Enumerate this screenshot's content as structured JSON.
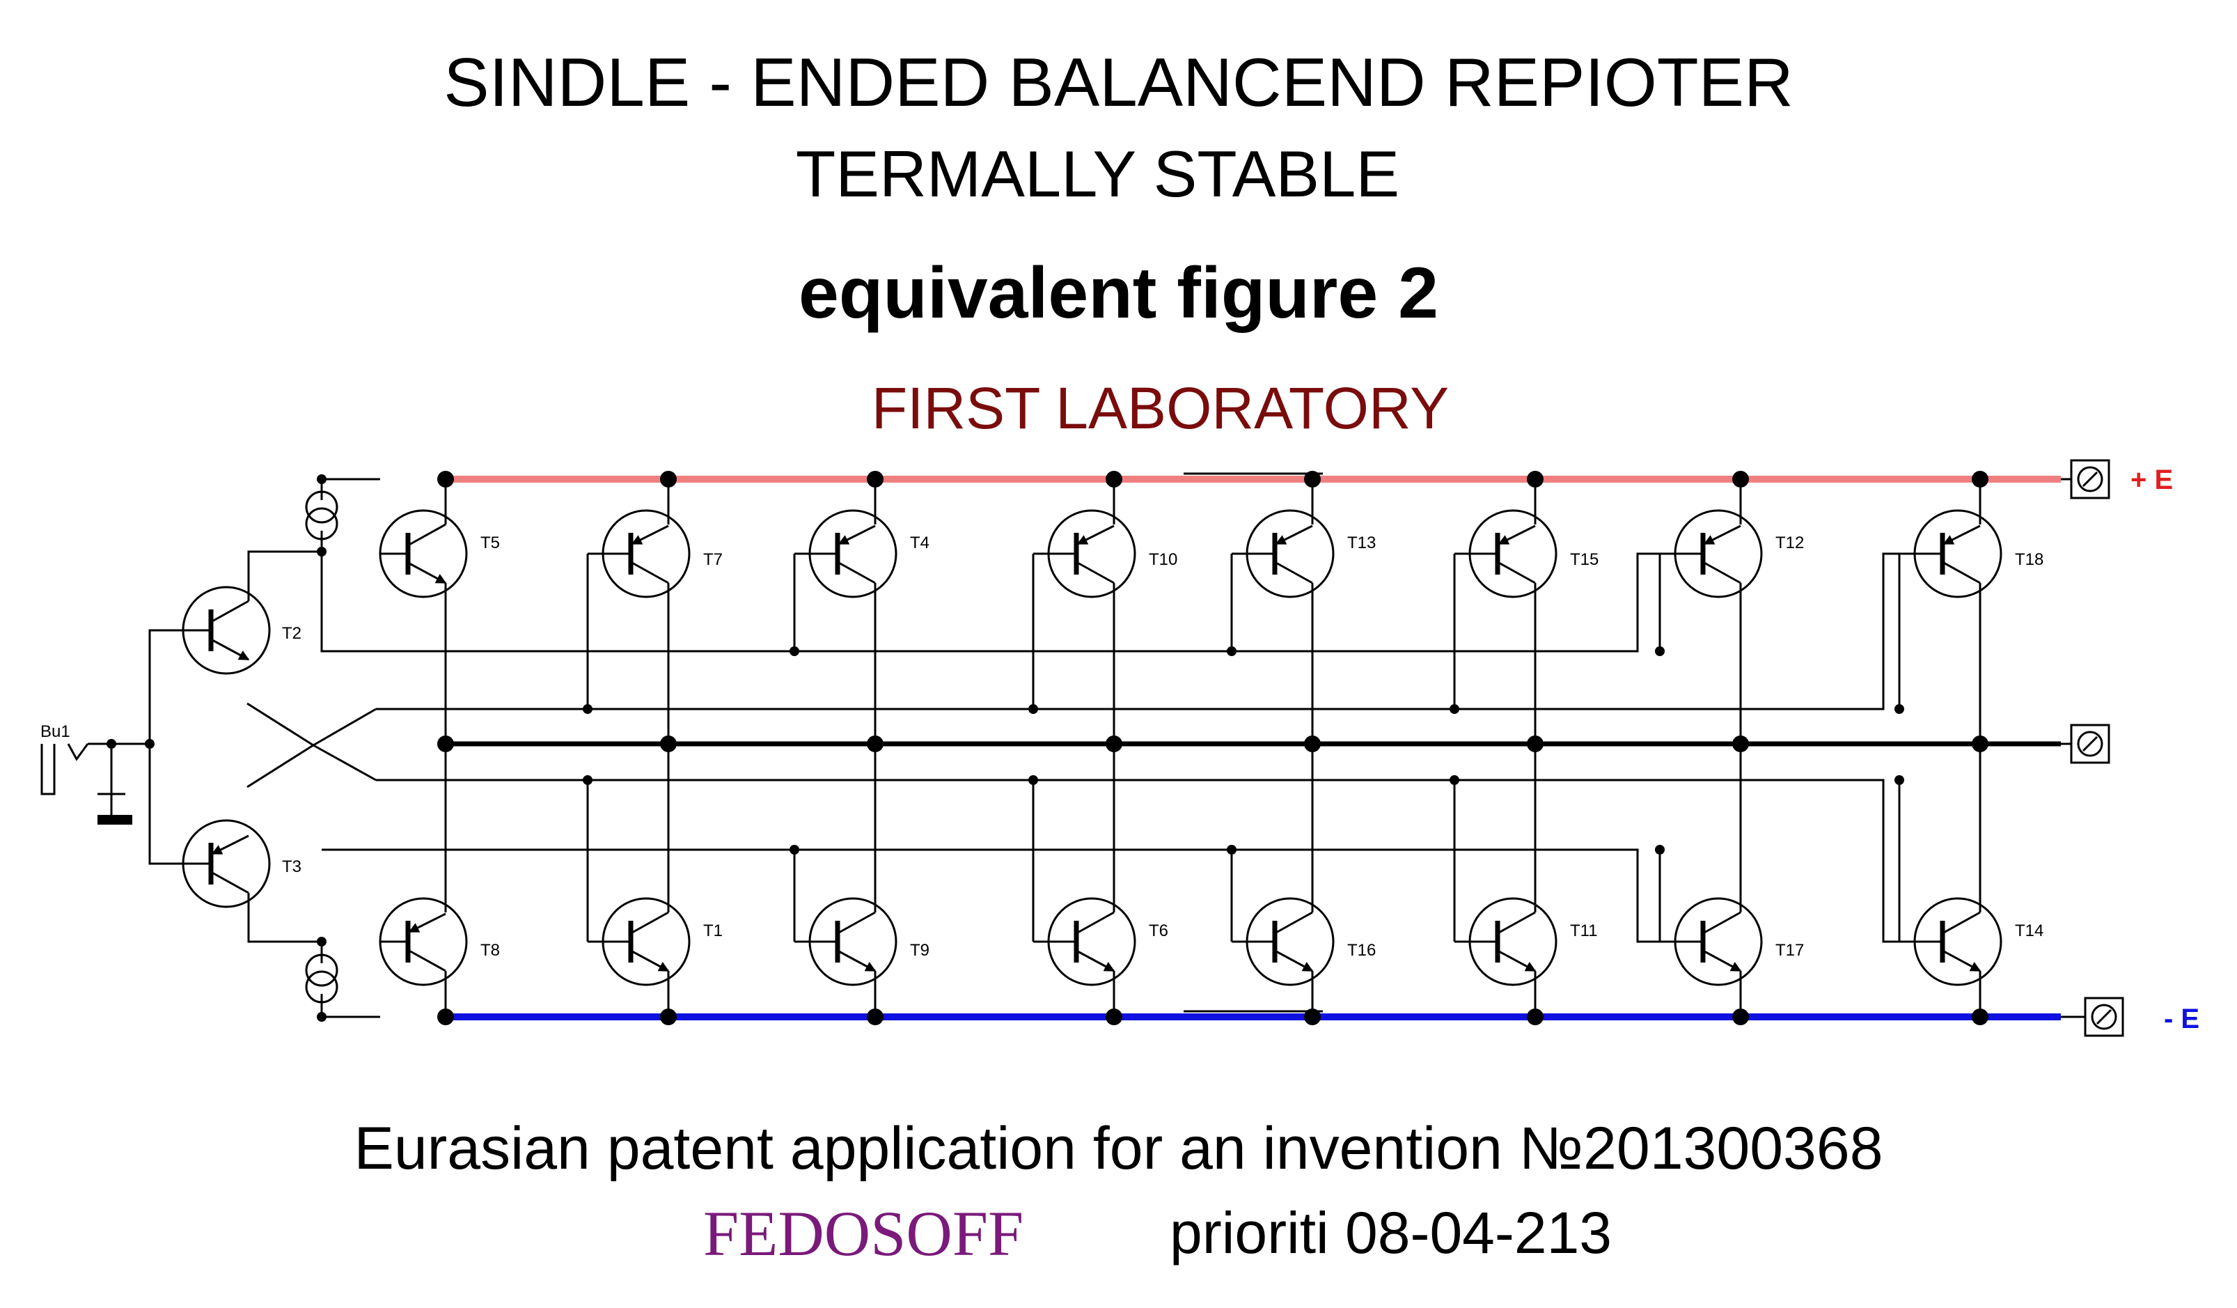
{
  "titles": {
    "line1": "SINDLE - ENDED BALANCEND REPIOTER",
    "line2": "TERMALLY STABLE",
    "line3": "equivalent figure 2",
    "line4": "FIRST LABORATORY"
  },
  "footer": {
    "patent": "Eurasian patent application for an invention №201300368",
    "brand": "FEDOSOFF",
    "priority": "prioriti 08-04-213"
  },
  "schematic": {
    "input_label": "Bu1",
    "driver_labels": [
      "T2",
      "T3"
    ],
    "top_labels": [
      "T5",
      "T7",
      "T4",
      "T10",
      "T13",
      "T15",
      "T12",
      "T18"
    ],
    "bottom_labels": [
      "T8",
      "T1",
      "T9",
      "T6",
      "T16",
      "T11",
      "T17",
      "T14"
    ],
    "plus_terminal": "+ E",
    "minus_terminal": "- E",
    "colors": {
      "plus_rail": "#f08080",
      "minus_rail": "#1010e0",
      "plus_text": "#e02020",
      "minus_text": "#1010e0"
    }
  }
}
